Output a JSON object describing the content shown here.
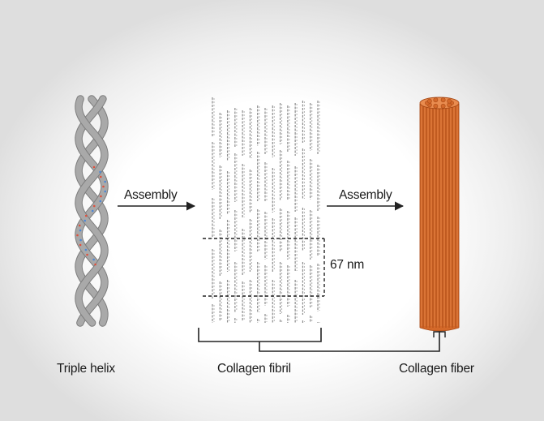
{
  "labels": {
    "assembly_left": "Assembly",
    "assembly_right": "Assembly",
    "period": "67 nm",
    "triple_helix": "Triple helix",
    "collagen_fibril": "Collagen fibril",
    "collagen_fiber": "Collagen fiber"
  },
  "colors": {
    "strand_fill": "#a9a9a9",
    "strand_edge": "#7d7d7d",
    "residue_red": "#e0503c",
    "residue_blue": "#4e88d6",
    "fibril_gray": "#8c8c8c",
    "fiber_fill": "#d4692a",
    "fiber_dark": "#a94a16",
    "fiber_light": "#e98c4f",
    "line": "#222222"
  },
  "icons": {
    "arrow": "right-arrow-icon"
  }
}
